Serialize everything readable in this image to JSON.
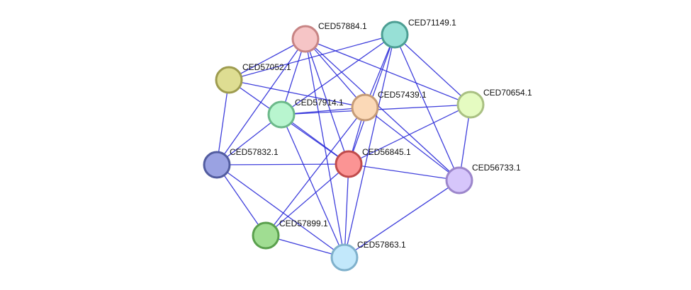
{
  "network": {
    "nodes": [
      {
        "id": "CED57884.1",
        "label": "CED57884.1",
        "fill": "#f6c5c6",
        "stroke": "#c78484"
      },
      {
        "id": "CED71149.1",
        "label": "CED71149.1",
        "fill": "#97e0d6",
        "stroke": "#4c9e93"
      },
      {
        "id": "CED57052.1",
        "label": "CED57052.1",
        "fill": "#dedd92",
        "stroke": "#9e9c4f"
      },
      {
        "id": "CED57914.1",
        "label": "CED57914.1",
        "fill": "#b8f5cf",
        "stroke": "#6cb98a"
      },
      {
        "id": "CED57439.1",
        "label": "CED57439.1",
        "fill": "#fbd9b7",
        "stroke": "#c59b76"
      },
      {
        "id": "CED70654.1",
        "label": "CED70654.1",
        "fill": "#e5fbc1",
        "stroke": "#a9c082"
      },
      {
        "id": "CED57832.1",
        "label": "CED57832.1",
        "fill": "#9aa2e2",
        "stroke": "#525c9f"
      },
      {
        "id": "CED56845.1",
        "label": "CED56845.1",
        "fill": "#fb9494",
        "stroke": "#c04b4b"
      },
      {
        "id": "CED56733.1",
        "label": "CED56733.1",
        "fill": "#d6c6fb",
        "stroke": "#9c86cb"
      },
      {
        "id": "CED57899.1",
        "label": "CED57899.1",
        "fill": "#a0dd92",
        "stroke": "#5aa04d"
      },
      {
        "id": "CED57863.1",
        "label": "CED57863.1",
        "fill": "#c2e8fb",
        "stroke": "#7fb1cc"
      }
    ],
    "edges": [
      [
        "CED57884.1",
        "CED57052.1"
      ],
      [
        "CED57884.1",
        "CED57914.1"
      ],
      [
        "CED57884.1",
        "CED57439.1"
      ],
      [
        "CED57884.1",
        "CED70654.1"
      ],
      [
        "CED57884.1",
        "CED57832.1"
      ],
      [
        "CED57884.1",
        "CED56845.1"
      ],
      [
        "CED57884.1",
        "CED56733.1"
      ],
      [
        "CED57884.1",
        "CED57863.1"
      ],
      [
        "CED71149.1",
        "CED57052.1"
      ],
      [
        "CED71149.1",
        "CED57914.1"
      ],
      [
        "CED71149.1",
        "CED57439.1"
      ],
      [
        "CED71149.1",
        "CED70654.1"
      ],
      [
        "CED71149.1",
        "CED56845.1"
      ],
      [
        "CED71149.1",
        "CED56733.1"
      ],
      [
        "CED71149.1",
        "CED57863.1"
      ],
      [
        "CED57052.1",
        "CED57439.1"
      ],
      [
        "CED57052.1",
        "CED56845.1"
      ],
      [
        "CED57052.1",
        "CED57832.1"
      ],
      [
        "CED57914.1",
        "CED57439.1"
      ],
      [
        "CED57914.1",
        "CED70654.1"
      ],
      [
        "CED57914.1",
        "CED56845.1"
      ],
      [
        "CED57914.1",
        "CED57832.1"
      ],
      [
        "CED57914.1",
        "CED57863.1"
      ],
      [
        "CED57439.1",
        "CED56845.1"
      ],
      [
        "CED57439.1",
        "CED56733.1"
      ],
      [
        "CED57439.1",
        "CED57899.1"
      ],
      [
        "CED70654.1",
        "CED56845.1"
      ],
      [
        "CED70654.1",
        "CED56733.1"
      ],
      [
        "CED57832.1",
        "CED56845.1"
      ],
      [
        "CED57832.1",
        "CED57899.1"
      ],
      [
        "CED57832.1",
        "CED57863.1"
      ],
      [
        "CED56845.1",
        "CED56733.1"
      ],
      [
        "CED56845.1",
        "CED57899.1"
      ],
      [
        "CED56845.1",
        "CED57863.1"
      ],
      [
        "CED56733.1",
        "CED57863.1"
      ],
      [
        "CED57899.1",
        "CED57863.1"
      ]
    ]
  }
}
